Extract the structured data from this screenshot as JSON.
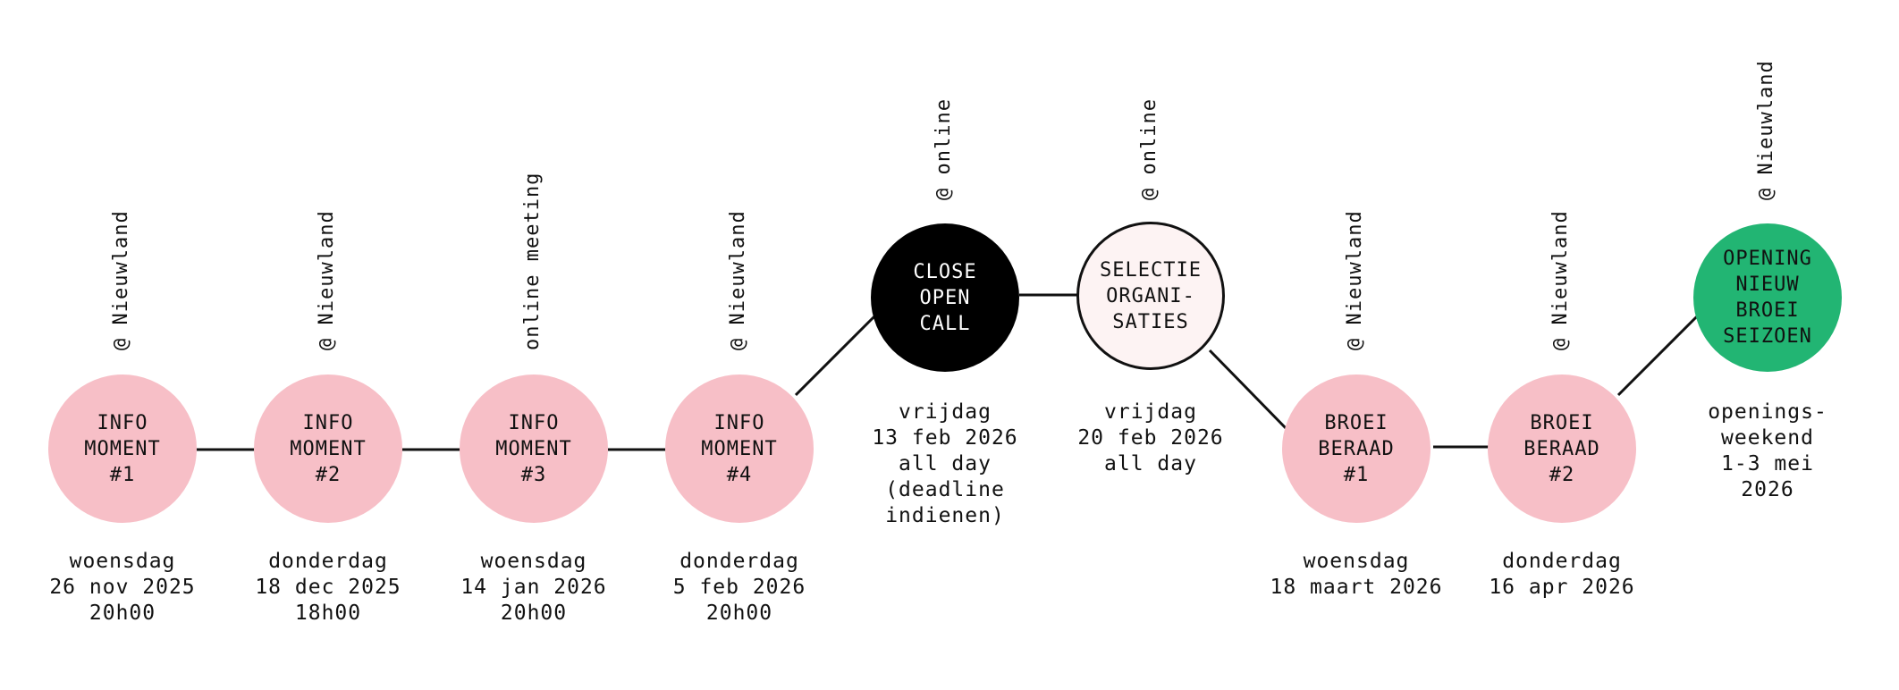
{
  "colors": {
    "pink": "#f7bfc7",
    "black": "#000000",
    "outline_fill": "#fdf3f3",
    "green": "#22b573",
    "line": "#111111"
  },
  "events": [
    {
      "title": "INFO\nMOMENT\n#1",
      "location": "@ Nieuwland",
      "date": "woensdag\n26 nov 2025\n20h00",
      "style": "pink"
    },
    {
      "title": "INFO\nMOMENT\n#2",
      "location": "@ Nieuwland",
      "date": "donderdag\n18 dec 2025\n18h00",
      "style": "pink"
    },
    {
      "title": "INFO\nMOMENT\n#3",
      "location": "online meeting",
      "date": "woensdag\n14 jan 2026\n20h00",
      "style": "pink"
    },
    {
      "title": "INFO\nMOMENT\n#4",
      "location": "@ Nieuwland",
      "date": "donderdag\n5 feb 2026\n20h00",
      "style": "pink"
    },
    {
      "title": "CLOSE\nOPEN\nCALL",
      "location": "@ online",
      "date": "vrijdag\n13 feb 2026\nall day\n(deadline\nindienen)",
      "style": "black"
    },
    {
      "title": "SELECTIE\nORGANI-\nSATIES",
      "location": "@ online",
      "date": "vrijdag\n20 feb 2026\nall day",
      "style": "outline"
    },
    {
      "title": "BROEI\nBERAAD\n#1",
      "location": "@ Nieuwland",
      "date": "woensdag\n18 maart 2026",
      "style": "pink"
    },
    {
      "title": "BROEI\nBERAAD\n#2",
      "location": "@ Nieuwland",
      "date": "donderdag\n16 apr 2026",
      "style": "pink"
    },
    {
      "title": "OPENING\nNIEUW\nBROEI\nSEIZOEN",
      "location": "@ Nieuwland",
      "date": "openings-\nweekend\n1-3 mei\n2026",
      "style": "green"
    }
  ]
}
